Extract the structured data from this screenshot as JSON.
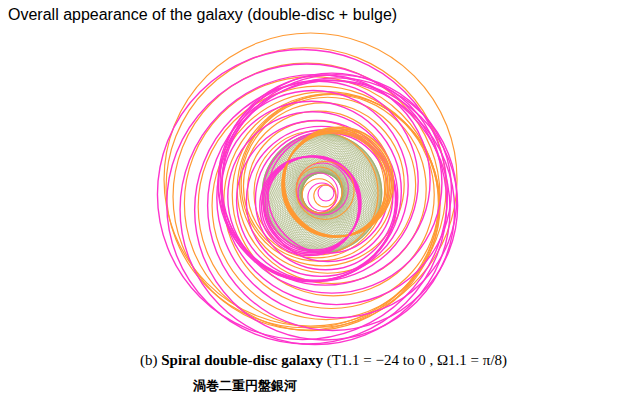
{
  "diagram": {
    "title": "Overall appearance of the galaxy (double-disc + bulge)",
    "labels": [
      "(b)",
      "Spiral double-disc galaxy",
      "(T1.1 = −24 to 0 , Ω1.1 = π/8)",
      "渦巻二重円盤銀河"
    ]
  }
}
